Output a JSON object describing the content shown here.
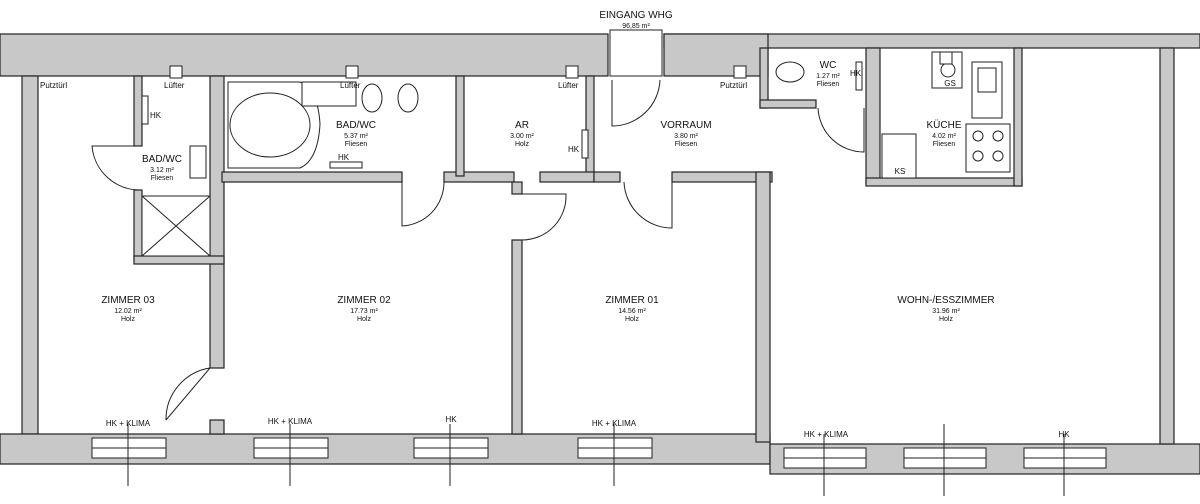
{
  "entrance": {
    "label": "EINGANG WHG",
    "area": "96,85 m²"
  },
  "rooms": [
    {
      "id": "zimmer-03",
      "name": "ZIMMER 03",
      "area": "12.02 m²",
      "floor": "Holz"
    },
    {
      "id": "bad-wc-small",
      "name": "BAD/WC",
      "area": "3.12 m²",
      "floor": "Fliesen"
    },
    {
      "id": "zimmer-02",
      "name": "ZIMMER 02",
      "area": "17.73 m²",
      "floor": "Holz"
    },
    {
      "id": "bad-wc",
      "name": "BAD/WC",
      "area": "5.37 m²",
      "floor": "Fliesen"
    },
    {
      "id": "ar",
      "name": "AR",
      "area": "3.00 m²",
      "floor": "Holz"
    },
    {
      "id": "zimmer-01",
      "name": "ZIMMER 01",
      "area": "14.56 m²",
      "floor": "Holz"
    },
    {
      "id": "vorraum",
      "name": "VORRAUM",
      "area": "3.80 m²",
      "floor": "Fliesen"
    },
    {
      "id": "wc",
      "name": "WC",
      "area": "1.27 m²",
      "floor": "Fliesen"
    },
    {
      "id": "kueche",
      "name": "KÜCHE",
      "area": "4.02 m²",
      "floor": "Fliesen"
    },
    {
      "id": "wohn",
      "name": "WOHN-/ESSZIMMER",
      "area": "31.96 m²",
      "floor": "Holz"
    }
  ],
  "labels": {
    "putztuerl": "Putztürl",
    "luefter": "Lüfter",
    "hk": "HK",
    "hk_klima": "HK + KLIMA",
    "gs": "GS",
    "ks": "KS"
  }
}
